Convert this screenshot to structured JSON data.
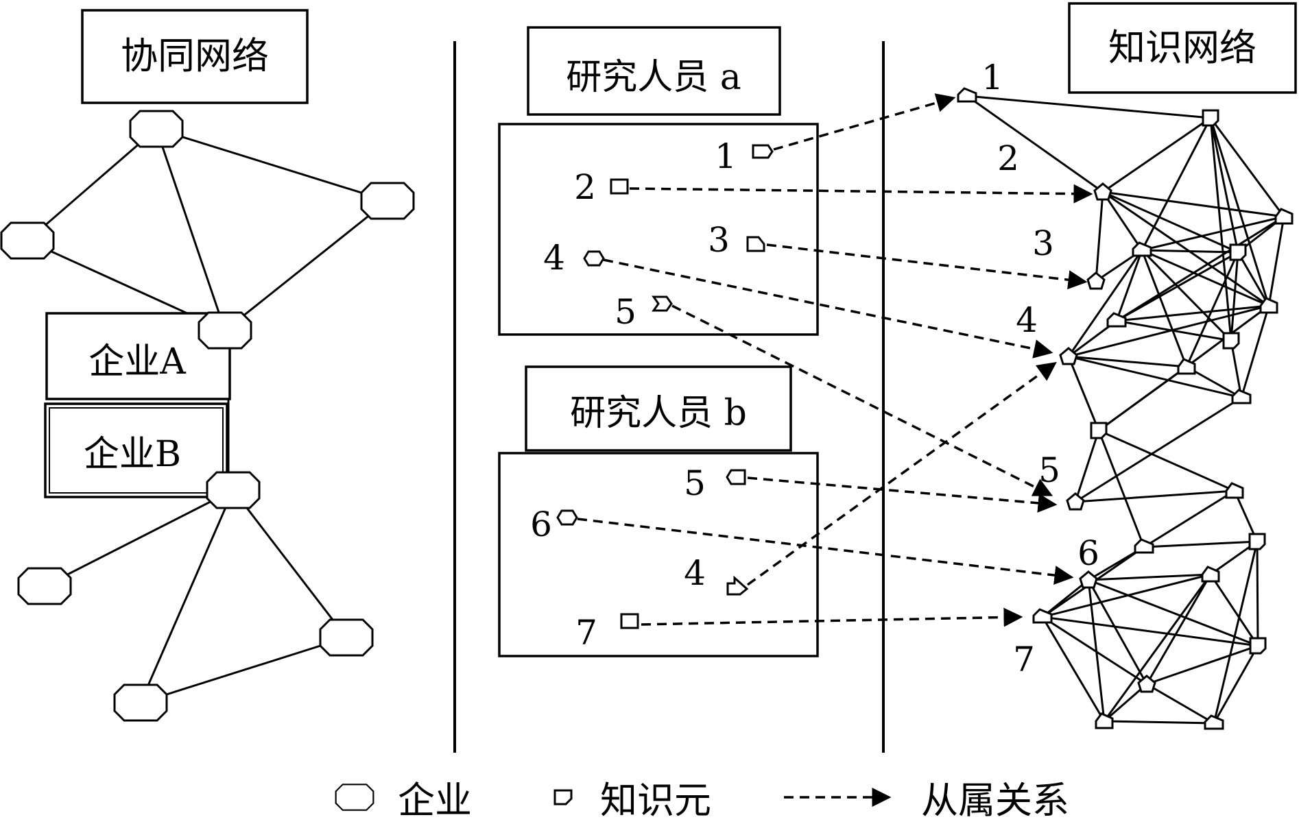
{
  "panels": {
    "collaboration_title": "协同网络",
    "researcher_a_title": "研究人员 a",
    "researcher_b_title": "研究人员 b",
    "knowledge_title": "知识网络"
  },
  "enterprises": {
    "a_label": "企业A",
    "b_label": "企业B"
  },
  "researcher_a_items": [
    "1",
    "2",
    "3",
    "4",
    "5"
  ],
  "researcher_b_items": [
    "5",
    "6",
    "4",
    "7"
  ],
  "knowledge_labels": [
    "1",
    "2",
    "3",
    "4",
    "5",
    "6",
    "7"
  ],
  "legend": {
    "enterprise": "企业",
    "knowledge_element": "知识元",
    "affiliation": "从属关系"
  }
}
